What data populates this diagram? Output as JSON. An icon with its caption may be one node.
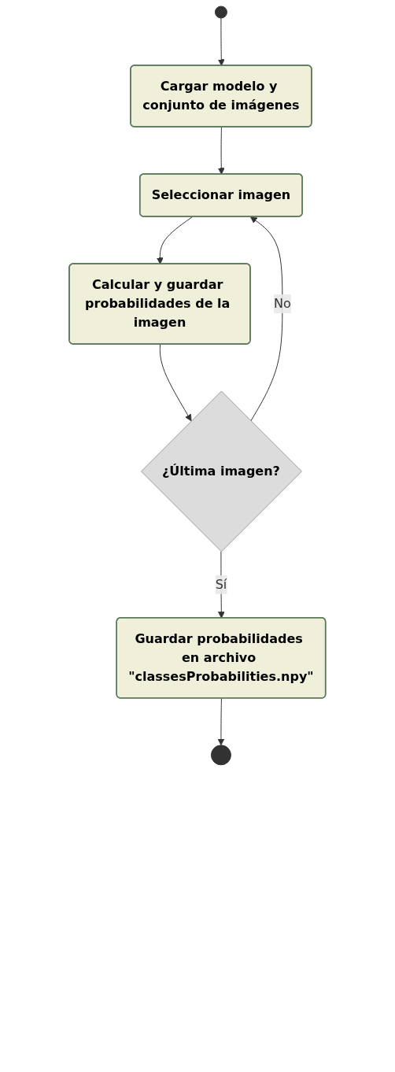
{
  "diagram": {
    "nodes": [
      {
        "text": [],
        "shape": "circle"
      },
      {
        "text": [
          "Cargar modelo y conjunto de imágenes"
        ]
      },
      {
        "text": [
          "Seleccionar imagen"
        ]
      },
      {
        "text": [
          "Calcular y guardar probabilidades de la imagen"
        ]
      },
      {
        "text": [
          "¿Última imagen?"
        ]
      },
      {
        "text": [
          "Guardar probabilidades en archivo \"classesProbabilities.npy\""
        ]
      },
      {
        "text": [],
        "shape": "circle"
      }
    ],
    "edges": [
      {
        "from": 0,
        "to": 1,
        "arrow": "to"
      },
      {
        "from": 1,
        "to": 2,
        "arrow": "to"
      },
      {
        "from": 2,
        "to": 3,
        "arrow": "to"
      },
      {
        "from": 3,
        "to": 4,
        "arrow": "to"
      },
      {
        "from": 4,
        "to": 2,
        "arrow": "to",
        "label": "No"
      },
      {
        "from": 4,
        "to": 5,
        "arrow": "to",
        "label": "Sí"
      },
      {
        "from": 5,
        "to": 6,
        "arrow": "to"
      }
    ]
  }
}
